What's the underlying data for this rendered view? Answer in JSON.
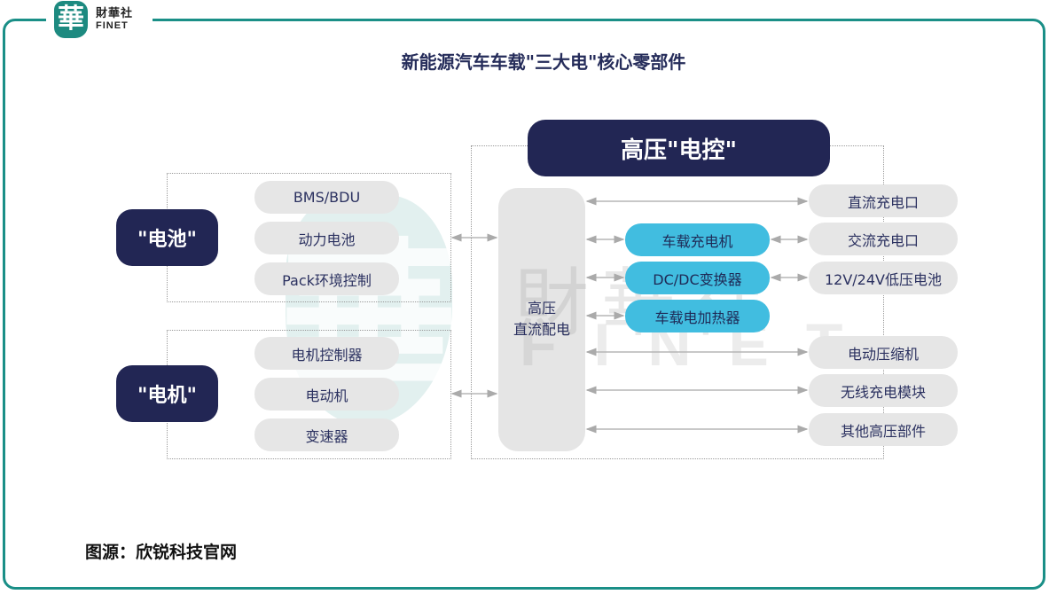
{
  "branding": {
    "logo_glyph": "華",
    "name_cn": "財華社",
    "name_en": "FINET",
    "accent_color": "#1a8f87"
  },
  "title": "新能源汽车车载\"三大电\"核心零部件",
  "battery": {
    "label": "\"电池\"",
    "items": [
      "BMS/BDU",
      "动力电池",
      "Pack环境控制"
    ]
  },
  "motor": {
    "label": "\"电机\"",
    "items": [
      "电机控制器",
      "电动机",
      "变速器"
    ]
  },
  "control": {
    "label": "高压\"电控\"",
    "distribution": [
      "高压",
      "直流配电"
    ],
    "modules": [
      "车载充电机",
      "DC/DC变换器",
      "车载电加热器"
    ],
    "endpoints": [
      "直流充电口",
      "交流充电口",
      "12V/24V低压电池",
      "电动压缩机",
      "无线充电模块",
      "其他高压部件"
    ]
  },
  "colors": {
    "navy": "#222654",
    "module_blue": "#41bde0",
    "pill_gray": "#e6e6e6"
  },
  "source": "图源：欣锐科技官网",
  "watermark": {
    "cn": "財華社",
    "en": "FINET"
  }
}
